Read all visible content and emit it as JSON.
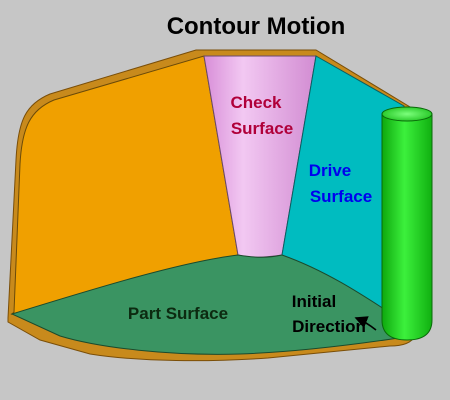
{
  "title": "Contour Motion",
  "labels": {
    "check_surface": [
      "Check",
      "Surface"
    ],
    "drive_surface": [
      "Drive",
      "Surface"
    ],
    "part_surface": "Part Surface",
    "initial_direction": [
      "Initial",
      "Direction"
    ]
  },
  "colors": {
    "background": "#c6c6c6",
    "rim": "#c88a1c",
    "orange_surface": "#f0a000",
    "check_surface": "#e2a0e2",
    "drive_surface": "#00bcc0",
    "part_surface": "#3a9462",
    "tool": "#22e022",
    "check_label": "#b0003a",
    "drive_label": "#0000ee",
    "part_label": "#0c2a10",
    "direction_label": "#000000"
  }
}
